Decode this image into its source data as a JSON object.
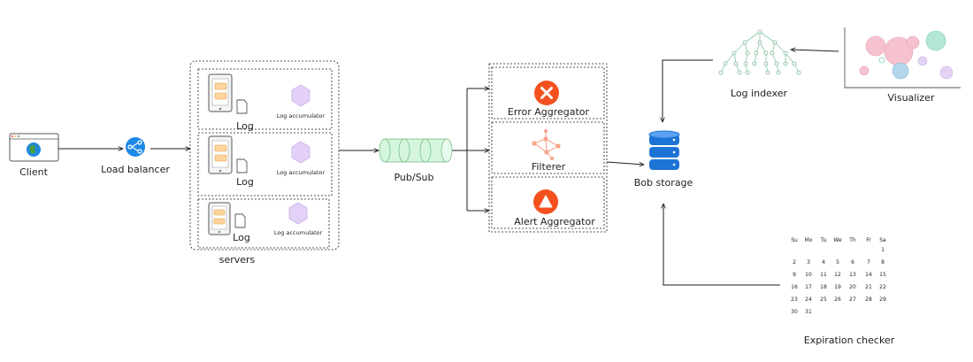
{
  "client": {
    "label": "Client"
  },
  "load_balancer": {
    "label": "Load balancer"
  },
  "servers": {
    "label": "servers",
    "rows": [
      {
        "log_label": "Log",
        "accumulator_label": "Log accumulator"
      },
      {
        "log_label": "Log",
        "accumulator_label": "Log accumulator"
      },
      {
        "log_label": "Log",
        "accumulator_label": "Log accumulator"
      }
    ]
  },
  "pubsub": {
    "label": "Pub/Sub"
  },
  "processors": {
    "error": {
      "label": "Error Aggregator"
    },
    "filter": {
      "label": "Filterer"
    },
    "alert": {
      "label": "Alert Aggregator"
    }
  },
  "storage": {
    "label": "Bob storage"
  },
  "log_indexer": {
    "label": "Log indexer"
  },
  "visualizer": {
    "label": "Visualizer"
  },
  "expiration": {
    "label": "Expiration checker",
    "weekdays": [
      "Su",
      "Mo",
      "Tu",
      "We",
      "Th",
      "Fr",
      "Sa"
    ],
    "days": [
      "1",
      "2",
      "3",
      "4",
      "5",
      "6",
      "7",
      "8",
      "9",
      "10",
      "11",
      "12",
      "13",
      "14",
      "15",
      "16",
      "17",
      "18",
      "19",
      "20",
      "21",
      "22",
      "23",
      "24",
      "25",
      "26",
      "27",
      "28",
      "29",
      "30",
      "31"
    ]
  },
  "colors": {
    "error_orange": "#f4511e",
    "accumulator_purple": "#e3d1f7",
    "pubsub_green": "#d5f5dc",
    "storage_blue": "#1e73d6",
    "lb_blue": "#1e88e5"
  }
}
